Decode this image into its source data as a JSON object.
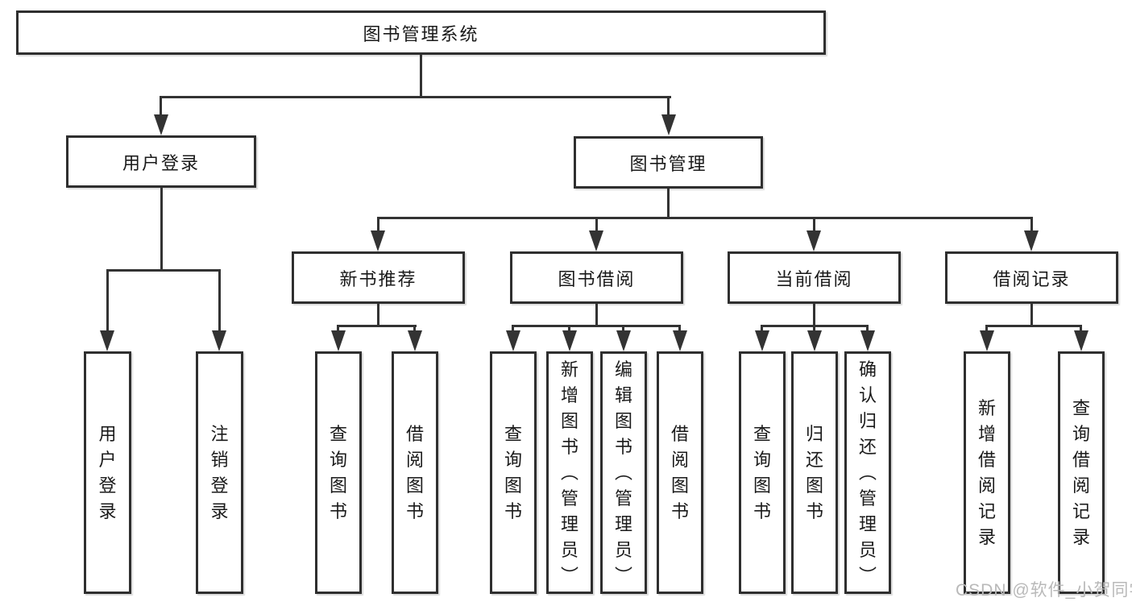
{
  "diagram": {
    "title_node_note": "functional structure tree",
    "root": {
      "label": "图书管理系统"
    },
    "branches": [
      {
        "label": "用户登录",
        "children": [
          {
            "label": "用户登录"
          },
          {
            "label": "注销登录"
          }
        ]
      },
      {
        "label": "图书管理",
        "children": [
          {
            "label": "新书推荐",
            "children": [
              {
                "label": "查询图书"
              },
              {
                "label": "借阅图书"
              }
            ]
          },
          {
            "label": "图书借阅",
            "children": [
              {
                "label": "查询图书"
              },
              {
                "label": "新增图书（管理员）"
              },
              {
                "label": "编辑图书（管理员）"
              },
              {
                "label": "借阅图书"
              }
            ]
          },
          {
            "label": "当前借阅",
            "children": [
              {
                "label": "查询图书"
              },
              {
                "label": "归还图书"
              },
              {
                "label": "确认归还（管理员）"
              }
            ]
          },
          {
            "label": "借阅记录",
            "children": [
              {
                "label": "新增借阅记录"
              },
              {
                "label": "查询借阅记录"
              }
            ]
          }
        ]
      }
    ]
  },
  "watermark": {
    "text": "CSDN @软件_小贺同学",
    "color": "#b9b9b9"
  },
  "colors": {
    "line": "#333333",
    "box_border": "#2f2f2f",
    "text": "#1a1a1a",
    "background": "#ffffff"
  }
}
